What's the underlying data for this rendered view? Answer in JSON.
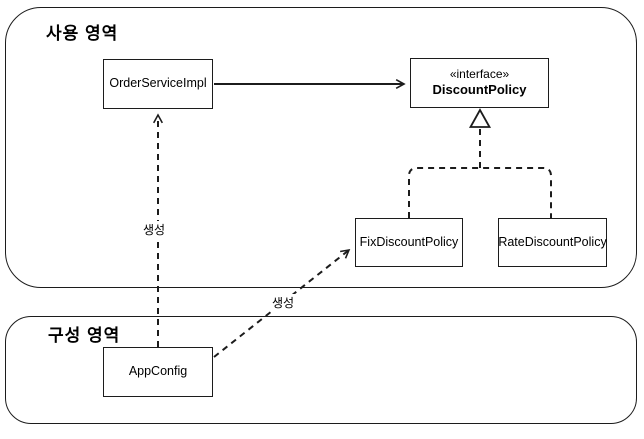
{
  "areas": [
    {
      "id": "usage-area",
      "label": "사용 영역"
    },
    {
      "id": "config-area",
      "label": "구성 영역"
    }
  ],
  "nodes": [
    {
      "id": "order-service-impl",
      "label": "OrderServiceImpl"
    },
    {
      "id": "discount-policy",
      "stereotype": "«interface»",
      "label": "DiscountPolicy"
    },
    {
      "id": "fix-discount-policy",
      "label": "FixDiscountPolicy"
    },
    {
      "id": "rate-discount-policy",
      "label": "RateDiscountPolicy"
    },
    {
      "id": "app-config",
      "label": "AppConfig"
    }
  ],
  "edges": [
    {
      "from": "OrderServiceImpl",
      "to": "DiscountPolicy",
      "type": "solid-dependency-arrow",
      "label": ""
    },
    {
      "from": "FixDiscountPolicy",
      "to": "DiscountPolicy",
      "type": "dashed-realization-hollow-triangle",
      "label": ""
    },
    {
      "from": "RateDiscountPolicy",
      "to": "DiscountPolicy",
      "type": "dashed-realization-hollow-triangle",
      "label": ""
    },
    {
      "from": "AppConfig",
      "to": "OrderServiceImpl",
      "type": "dashed-create-arrow",
      "label": "생성"
    },
    {
      "from": "AppConfig",
      "to": "FixDiscountPolicy",
      "type": "dashed-create-arrow",
      "label": "생성"
    }
  ],
  "colors": {
    "stroke": "#1c1c1c",
    "background": "#ffffff"
  }
}
